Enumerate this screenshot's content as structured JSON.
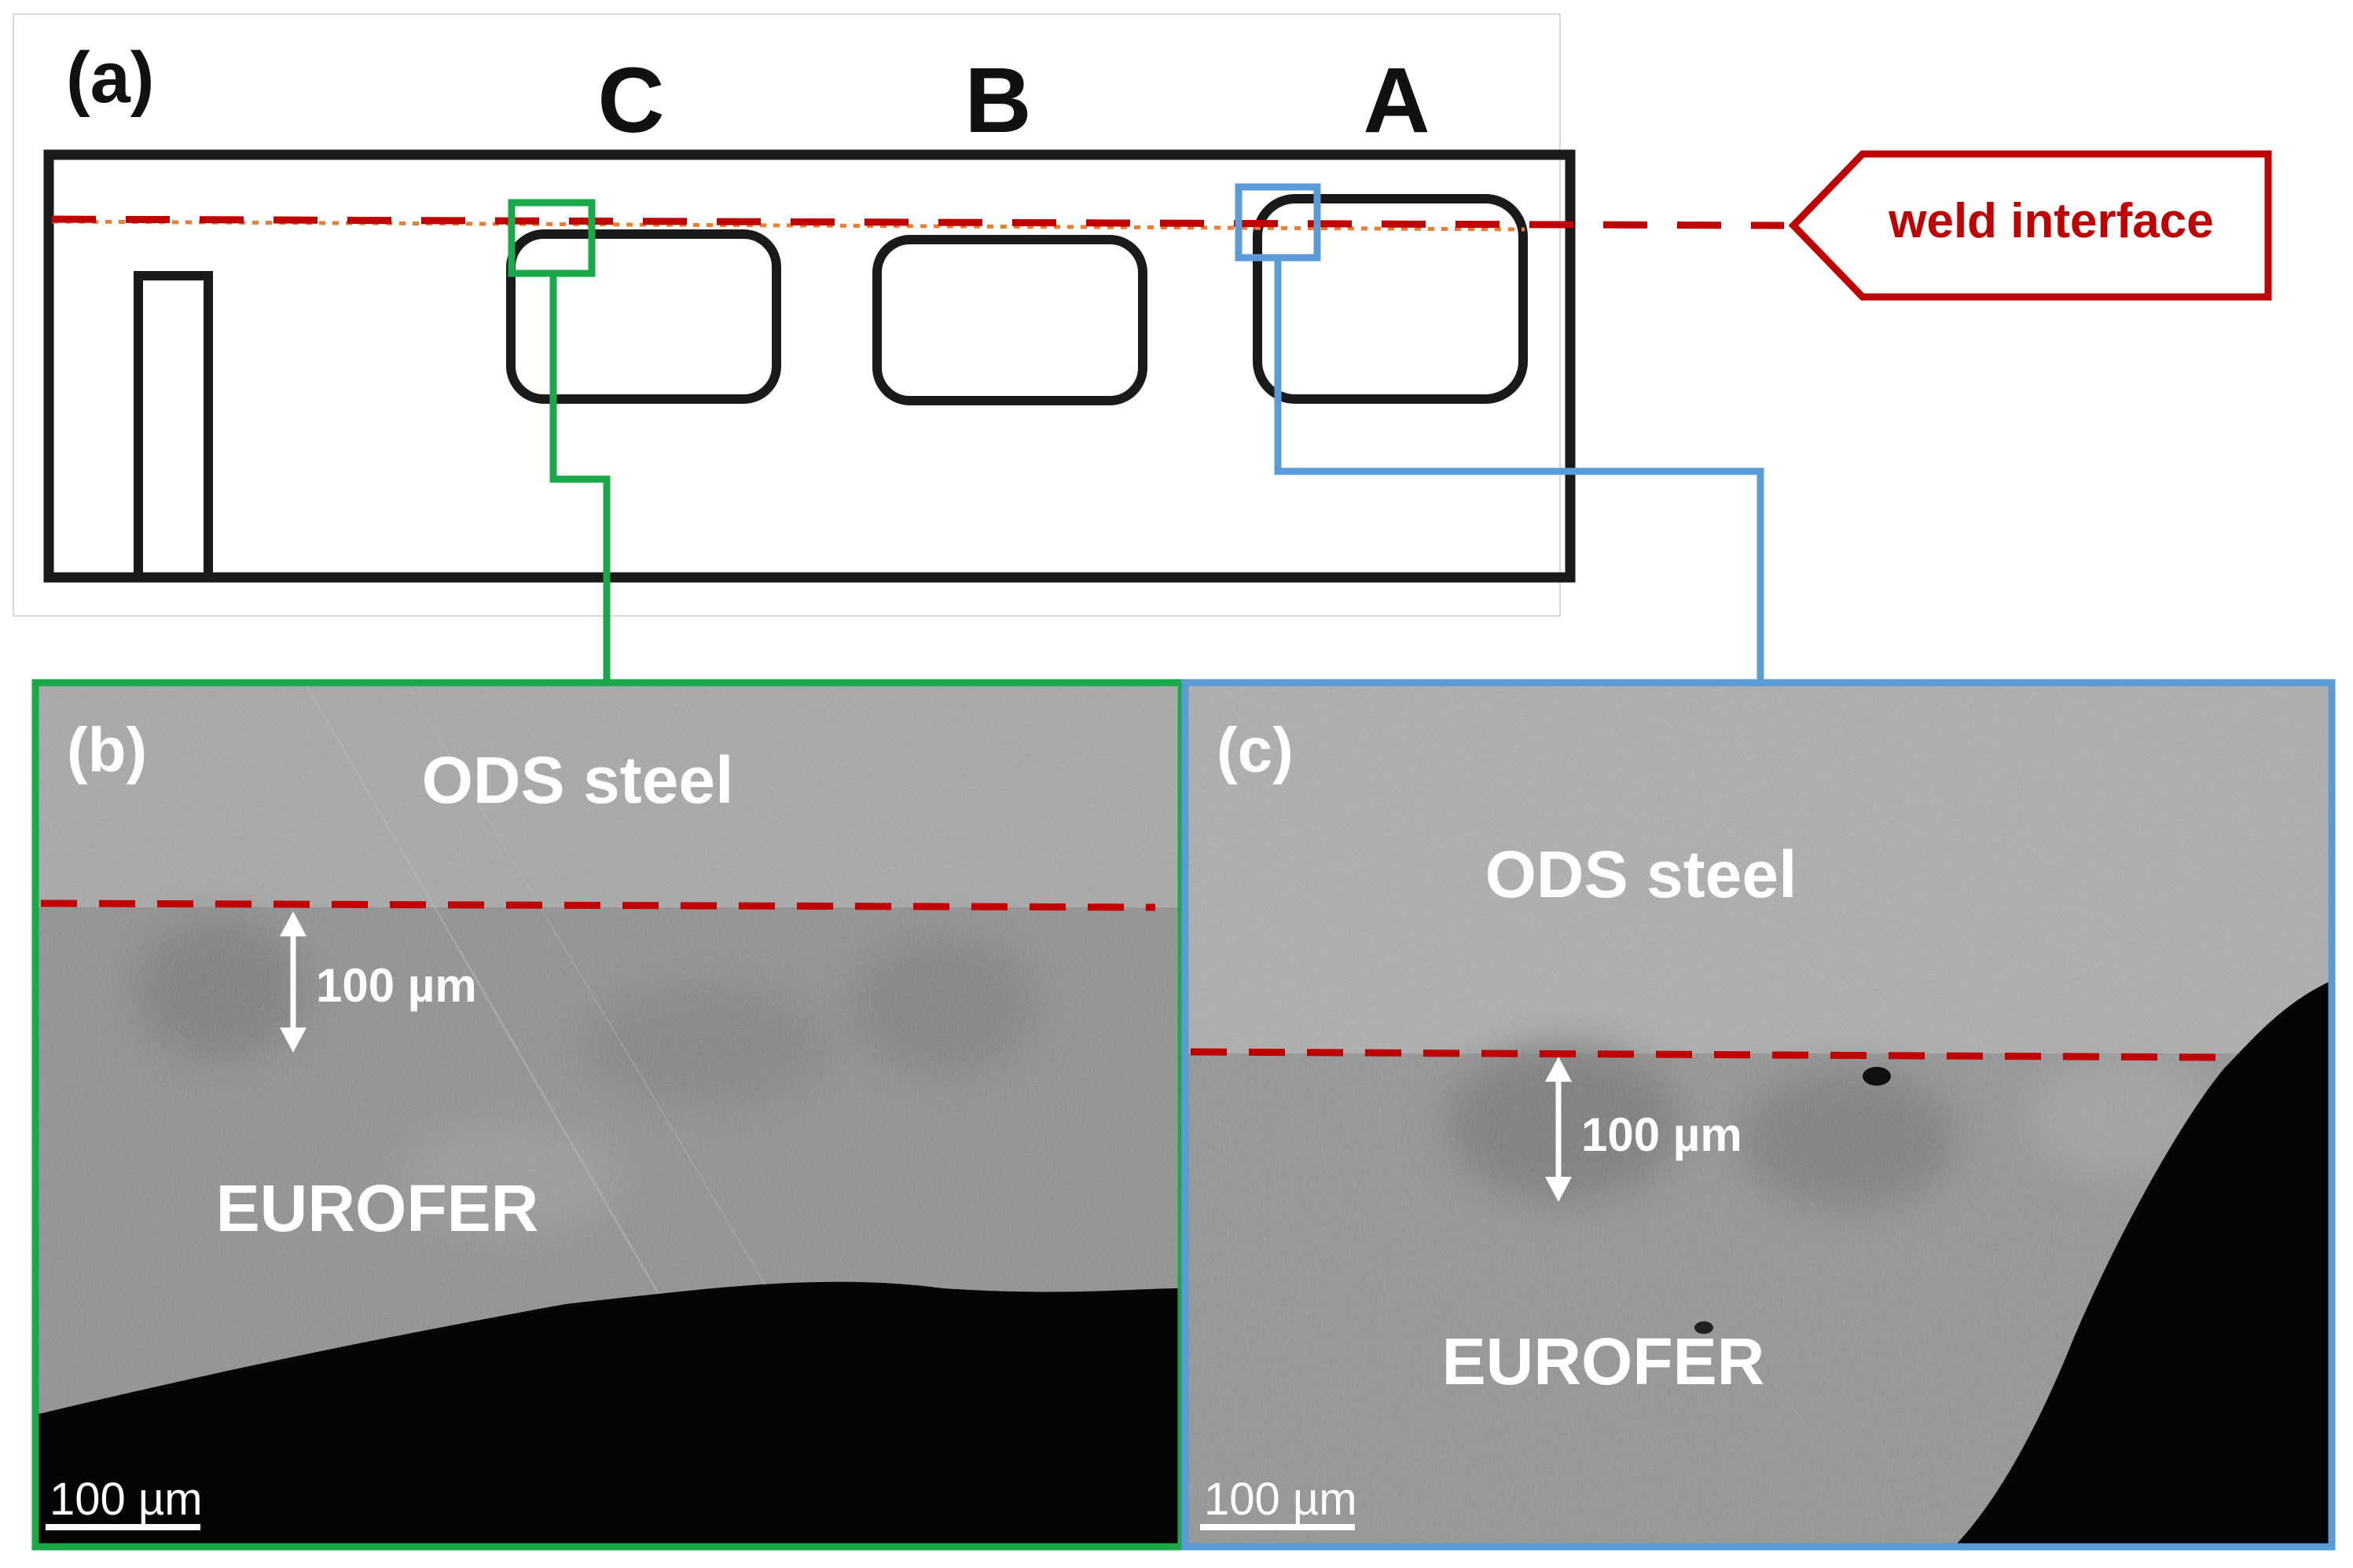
{
  "panel_a": {
    "label": "(a)",
    "slots": [
      "C",
      "B",
      "A"
    ],
    "weld_label": "weld interface"
  },
  "panel_b": {
    "label": "(b)",
    "top_material": "ODS steel",
    "bottom_material": "EUROFER",
    "distance_label": "100 µm",
    "scale_bar": "100 µm"
  },
  "panel_c": {
    "label": "(c)",
    "top_material": "ODS steel",
    "bottom_material": "EUROFER",
    "distance_label": "100 µm",
    "scale_bar": "100 µm"
  },
  "colors": {
    "green": "#1aa84a",
    "blue": "#5b9bd5",
    "weld_red": "#c00000",
    "orange_dots": "#ed7d31",
    "outline": "#1a1a1a"
  }
}
